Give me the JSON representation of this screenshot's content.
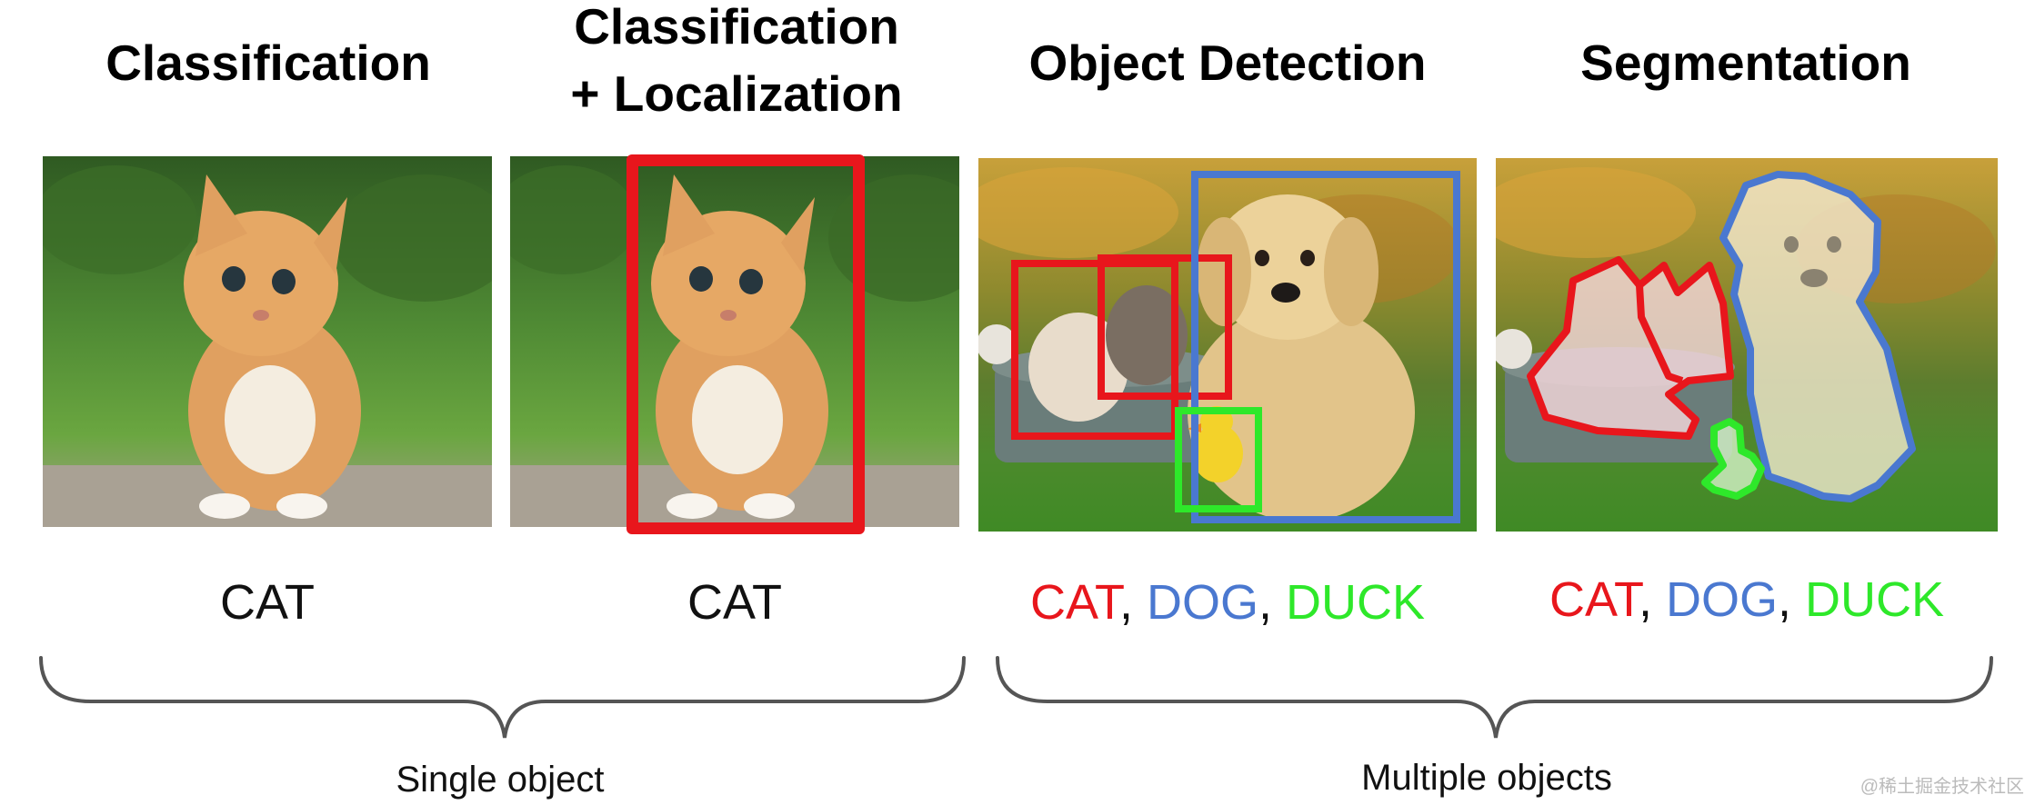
{
  "titles": {
    "classification": "Classification",
    "cls_loc_line1": "Classification",
    "cls_loc_line2": "+ Localization",
    "object_detection": "Object Detection",
    "segmentation": "Segmentation"
  },
  "labels": {
    "classification": "CAT",
    "cls_loc": "CAT",
    "detection": [
      {
        "text": "CAT",
        "color": "#e8161c"
      },
      {
        "text": ", ",
        "color": "#111111"
      },
      {
        "text": "DOG",
        "color": "#4a78d0"
      },
      {
        "text": ", ",
        "color": "#111111"
      },
      {
        "text": "DUCK",
        "color": "#2ee82a"
      }
    ],
    "segmentation": [
      {
        "text": "CAT",
        "color": "#e8161c"
      },
      {
        "text": ", ",
        "color": "#111111"
      },
      {
        "text": "DOG",
        "color": "#4a78d0"
      },
      {
        "text": ", ",
        "color": "#111111"
      },
      {
        "text": "DUCK",
        "color": "#2ee82a"
      }
    ]
  },
  "groups": {
    "single": "Single object",
    "multiple": "Multiple objects"
  },
  "watermark": "@稀土掘金技术社区",
  "colors": {
    "cat": "#e8161c",
    "dog": "#4a78d0",
    "duck": "#2ee82a"
  }
}
